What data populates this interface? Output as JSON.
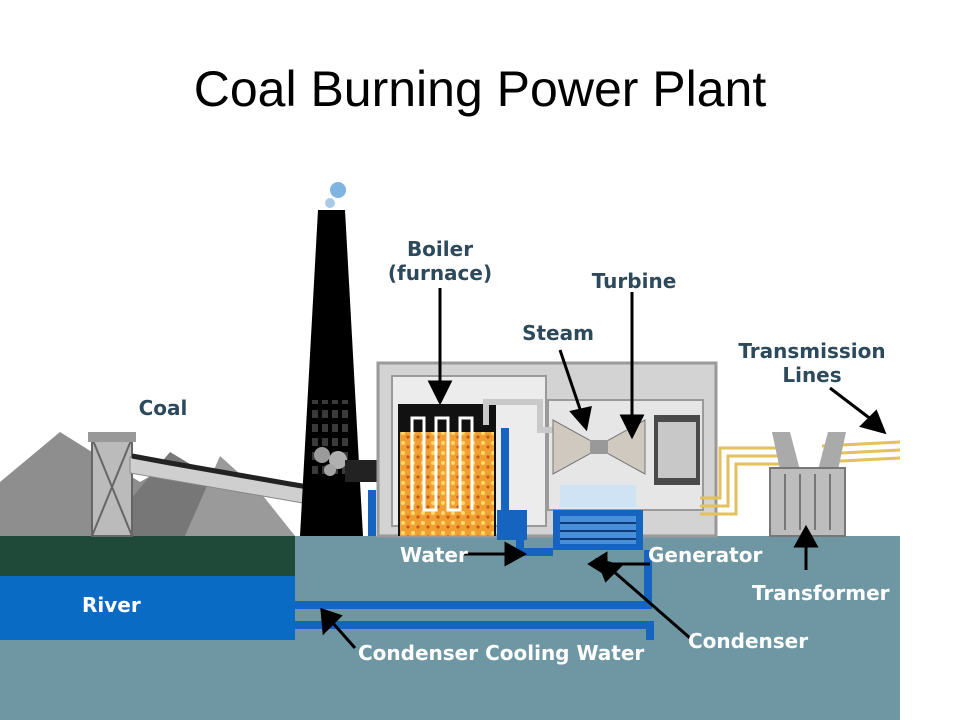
{
  "slide": {
    "title": "Coal Burning Power Plant"
  },
  "labels": {
    "boiler_line1": "Boiler",
    "boiler_line2": "(furnace)",
    "turbine": "Turbine",
    "steam": "Steam",
    "transmission_line1": "Transmission",
    "transmission_line2": "Lines",
    "coal": "Coal",
    "water": "Water",
    "generator": "Generator",
    "river": "River",
    "transformer": "Transformer",
    "condenser": "Condenser",
    "condenser_cooling_water": "Condenser Cooling Water"
  },
  "colors": {
    "label_dark": "#2d4a5c",
    "label_light": "#ffffff",
    "ground": "#6f97a3",
    "river": "#0a6bc4",
    "grass": "#1f4a3a",
    "pipe": "#1565c0",
    "building": "#d8d8d8",
    "chimney": "#000000",
    "fire": "#e8932a",
    "cable": "#e3c15b"
  }
}
